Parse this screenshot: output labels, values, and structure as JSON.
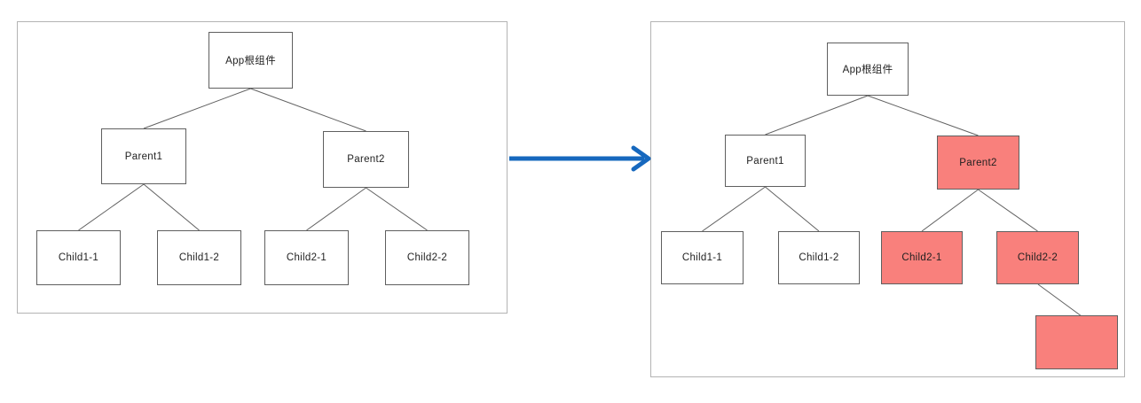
{
  "colors": {
    "highlight": "#f9807c",
    "arrow": "#1668be",
    "line": "#616161",
    "box_border": "#5f5f5f",
    "panel_border": "#b3b3b3",
    "text": "#1f1f1f"
  },
  "before_tree": {
    "root": "App根组件",
    "parent1": "Parent1",
    "parent2": "Parent2",
    "child1_1": "Child1-1",
    "child1_2": "Child1-2",
    "child2_1": "Child2-1",
    "child2_2": "Child2-2"
  },
  "after_tree": {
    "root": "App根组件",
    "parent1": "Parent1",
    "parent2": "Parent2",
    "child1_1": "Child1-1",
    "child1_2": "Child1-2",
    "child2_1": "Child2-1",
    "child2_2": "Child2-2",
    "new_child": ""
  }
}
